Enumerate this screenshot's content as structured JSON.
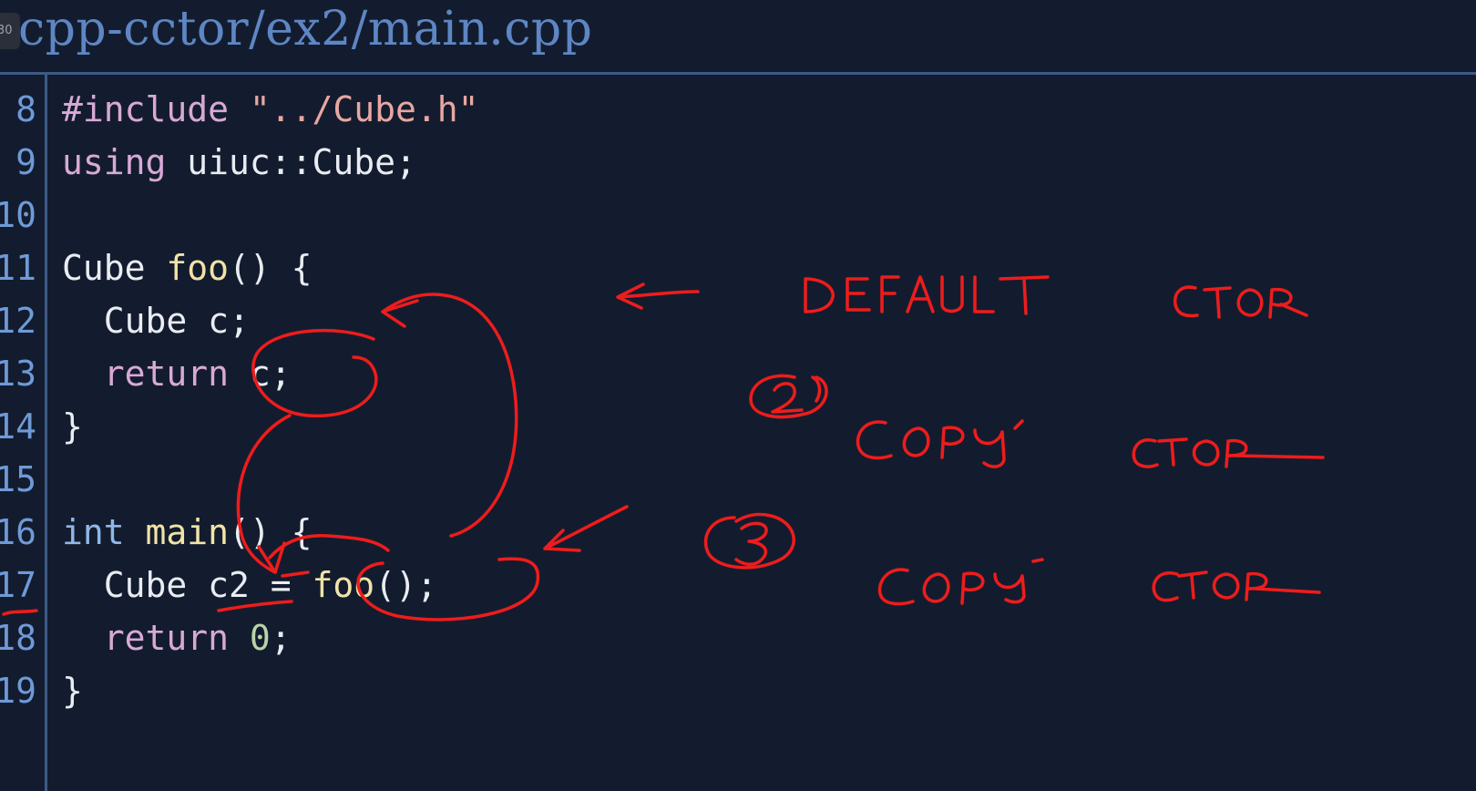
{
  "header": {
    "title": "cpp-cctor/ex2/main.cpp",
    "badge": "30"
  },
  "editor": {
    "line_numbers": [
      "8",
      "9",
      "10",
      "11",
      "12",
      "13",
      "14",
      "15",
      "16",
      "17",
      "18",
      "19"
    ]
  },
  "annotations": {
    "color": "#ee1c1c",
    "notes": [
      "DEFAULT CTOR",
      "2",
      "COPY CTOR",
      "3",
      "COPY CTOR"
    ]
  },
  "colors": {
    "background": "#131c2e",
    "title": "#5e86c4",
    "line_number": "#6f9ad8",
    "keyword": "#d8a9d6",
    "string": "#e8a7a2",
    "function": "#f1e3a8",
    "type_keyword": "#8fb7e8",
    "number": "#b9d3a6"
  }
}
